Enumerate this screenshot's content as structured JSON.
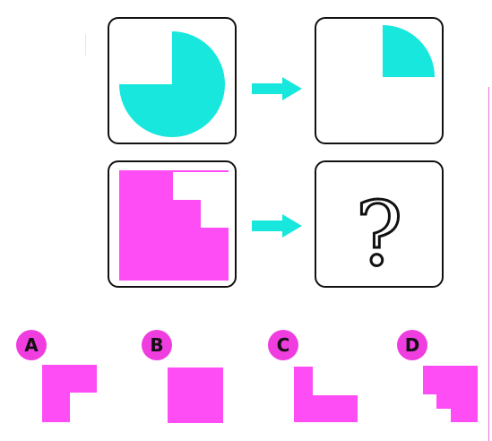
{
  "colors": {
    "cyan": "#18e7de",
    "magenta": "#ff4df5",
    "badge": "#ef3de0",
    "border": "#111111"
  },
  "puzzle": {
    "question_mark": "?",
    "cards": [
      {
        "name": "quarter-removed-circle"
      },
      {
        "name": "single-quarter-circle"
      },
      {
        "name": "staircase-square"
      },
      {
        "name": "question"
      }
    ]
  },
  "options": [
    {
      "label": "A"
    },
    {
      "label": "B"
    },
    {
      "label": "C"
    },
    {
      "label": "D"
    }
  ]
}
